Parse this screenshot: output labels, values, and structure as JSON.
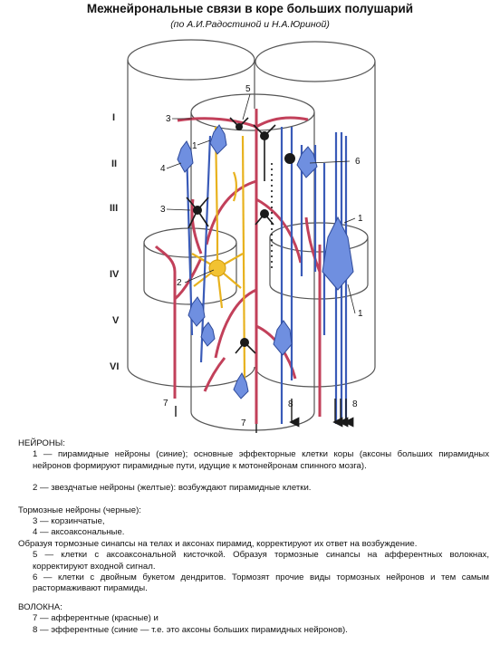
{
  "title": "Межнейрональные связи в коре больших полушарий",
  "subtitle": "(по А.И.Радостиной и Н.А.Юриной)",
  "layers": [
    "I",
    "II",
    "III",
    "IV",
    "V",
    "VI"
  ],
  "labels": {
    "l5": "5",
    "l3a": "3",
    "l1a": "1",
    "l6": "6",
    "l4": "4",
    "l3b": "3",
    "l1b": "1",
    "l2": "2",
    "l1c": "1",
    "l7a": "7",
    "l7b": "7",
    "l8a": "8",
    "l8b": "8"
  },
  "colors": {
    "blue": "#3a5bb8",
    "blue_fill": "#6f8fe0",
    "yellow": "#e8b21e",
    "red": "#c2405a",
    "black": "#1a1a1a",
    "outline": "#555555"
  },
  "legend": {
    "neurons_heading": "НЕЙРОНЫ:",
    "item1": "1 — пирамидные нейроны (синие); основные эффекторные клетки коры (аксоны больших пирамидных нейронов формируют пирамидные пути, идущие к мотонейронам спинного мозга).",
    "item2": "2 — звездчатые нейроны (желтые): возбуждают пирамидные клетки.",
    "inhib_heading": "Тормозные нейроны (черные):",
    "item3": "3 — корзинчатые,",
    "item4": "4 — аксоаксональные.",
    "inhib_note": "Образуя тормозные синапсы на телах и аксонах пирамид, корректируют их ответ на возбуждение.",
    "item5": "5 — клетки с аксоаксональной кисточкой. Образуя тормозные синапсы на афферентных волокнах, корректируют входной сигнал.",
    "item6": "6 — клетки с двойным букетом дендритов. Тормозят прочие виды тормозных нейронов и тем самым растормаживают пирамиды.",
    "fibers_heading": "ВОЛОКНА:",
    "item7": "7 — афферентные (красные) и",
    "item8": "8 — эфферентные (синие — т.е. это аксоны больших пирамидных нейронов)."
  }
}
